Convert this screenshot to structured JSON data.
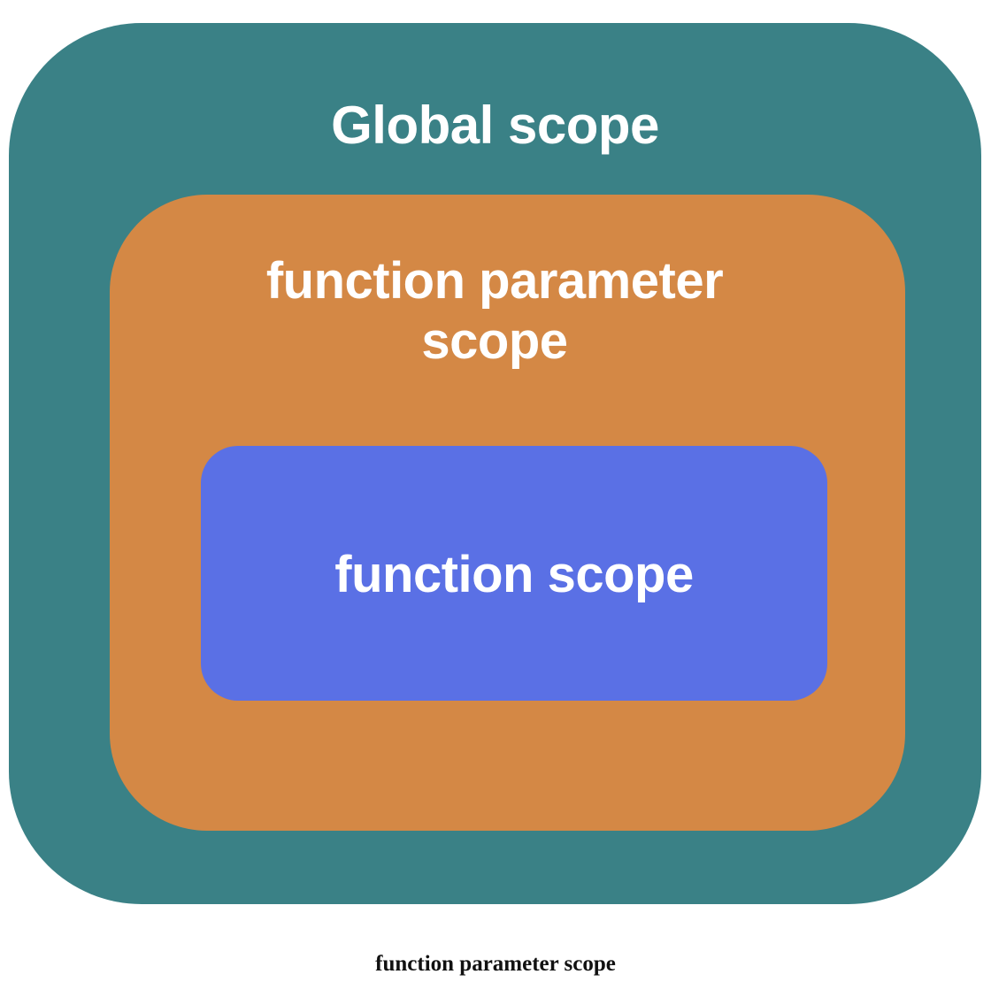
{
  "diagram": {
    "global_scope": {
      "label": "Global scope",
      "color": "#3a8186"
    },
    "function_parameter_scope": {
      "label": "function parameter scope",
      "color": "#d48845"
    },
    "function_scope": {
      "label": "function scope",
      "color": "#5a70e5"
    }
  },
  "caption": "function parameter scope"
}
